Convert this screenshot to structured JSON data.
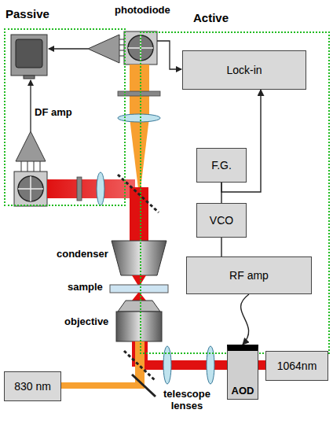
{
  "diagram": {
    "nodes": [
      {
        "text": [
          "Passive"
        ]
      },
      {
        "text": [
          "Active"
        ]
      },
      {
        "text": [
          "Lock-in"
        ],
        "in": 1
      },
      {
        "text": [
          "F.G."
        ],
        "in": 1
      },
      {
        "text": [
          "VCO"
        ],
        "in": 1
      },
      {
        "text": [
          "RF amp"
        ],
        "in": 1
      },
      {
        "text": [
          "AOD"
        ]
      },
      {
        "text": [
          "1064nm"
        ]
      },
      {
        "text": [
          "830 nm"
        ]
      }
    ],
    "edges": [
      {
        "from": 3,
        "to": 2,
        "arrow": "to"
      },
      {
        "from": 3,
        "to": 4,
        "arrow": "none"
      },
      {
        "from": 4,
        "to": 5,
        "arrow": "none"
      },
      {
        "from": 5,
        "to": 6,
        "arrow": "to"
      }
    ],
    "labels": [
      "photodiode",
      "DF amp",
      "condenser",
      "sample",
      "objective",
      "telescope lenses"
    ]
  }
}
